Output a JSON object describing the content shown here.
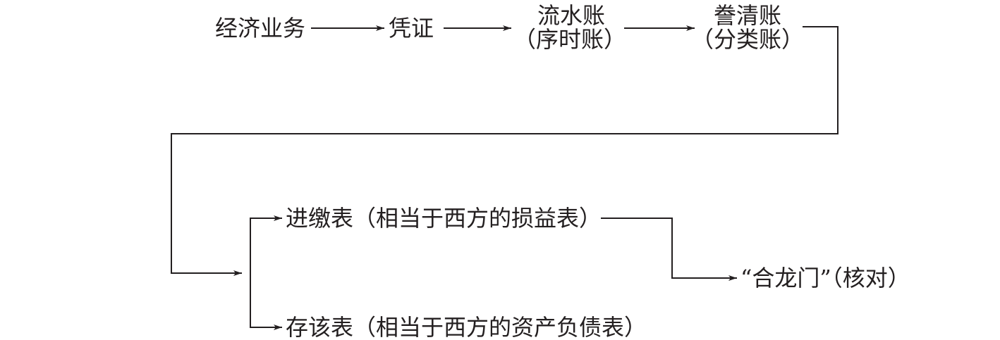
{
  "nodes": {
    "business": "经济业务",
    "voucher": "凭证",
    "journal": "流水账",
    "journal_sub": "（序时账）",
    "ledger": "誊清账",
    "ledger_sub": "（分类账）",
    "income": "进缴表（相当于西方的损益表）",
    "balance": "存该表（相当于西方的资产负债表）",
    "reconcile": "“合龙门”（核对）"
  },
  "colors": {
    "line": "#231f20",
    "text": "#231f20"
  }
}
